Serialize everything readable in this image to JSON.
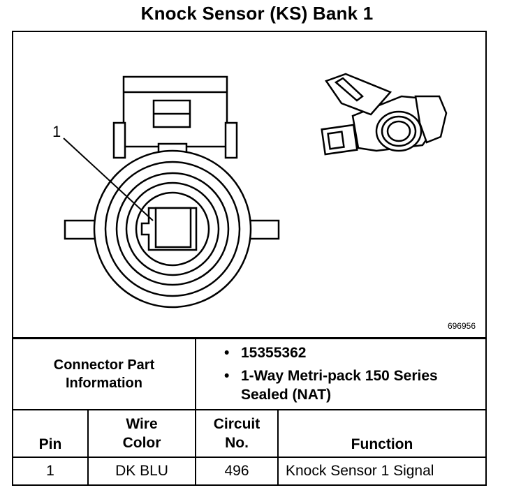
{
  "title": "Knock Sensor (KS) Bank 1",
  "figure": {
    "callout_label": "1",
    "figure_number": "696956"
  },
  "connector_info": {
    "label_line1": "Connector Part",
    "label_line2": "Information",
    "items": [
      "15355362",
      "1-Way Metri-pack 150 Series Sealed (NAT)"
    ]
  },
  "pin_table": {
    "headers": {
      "pin": "Pin",
      "wire_color_1": "Wire",
      "wire_color_2": "Color",
      "circuit_1": "Circuit",
      "circuit_2": "No.",
      "function": "Function"
    },
    "rows": [
      {
        "pin": "1",
        "wire_color": "DK BLU",
        "circuit": "496",
        "function": "Knock Sensor 1 Signal"
      }
    ]
  }
}
